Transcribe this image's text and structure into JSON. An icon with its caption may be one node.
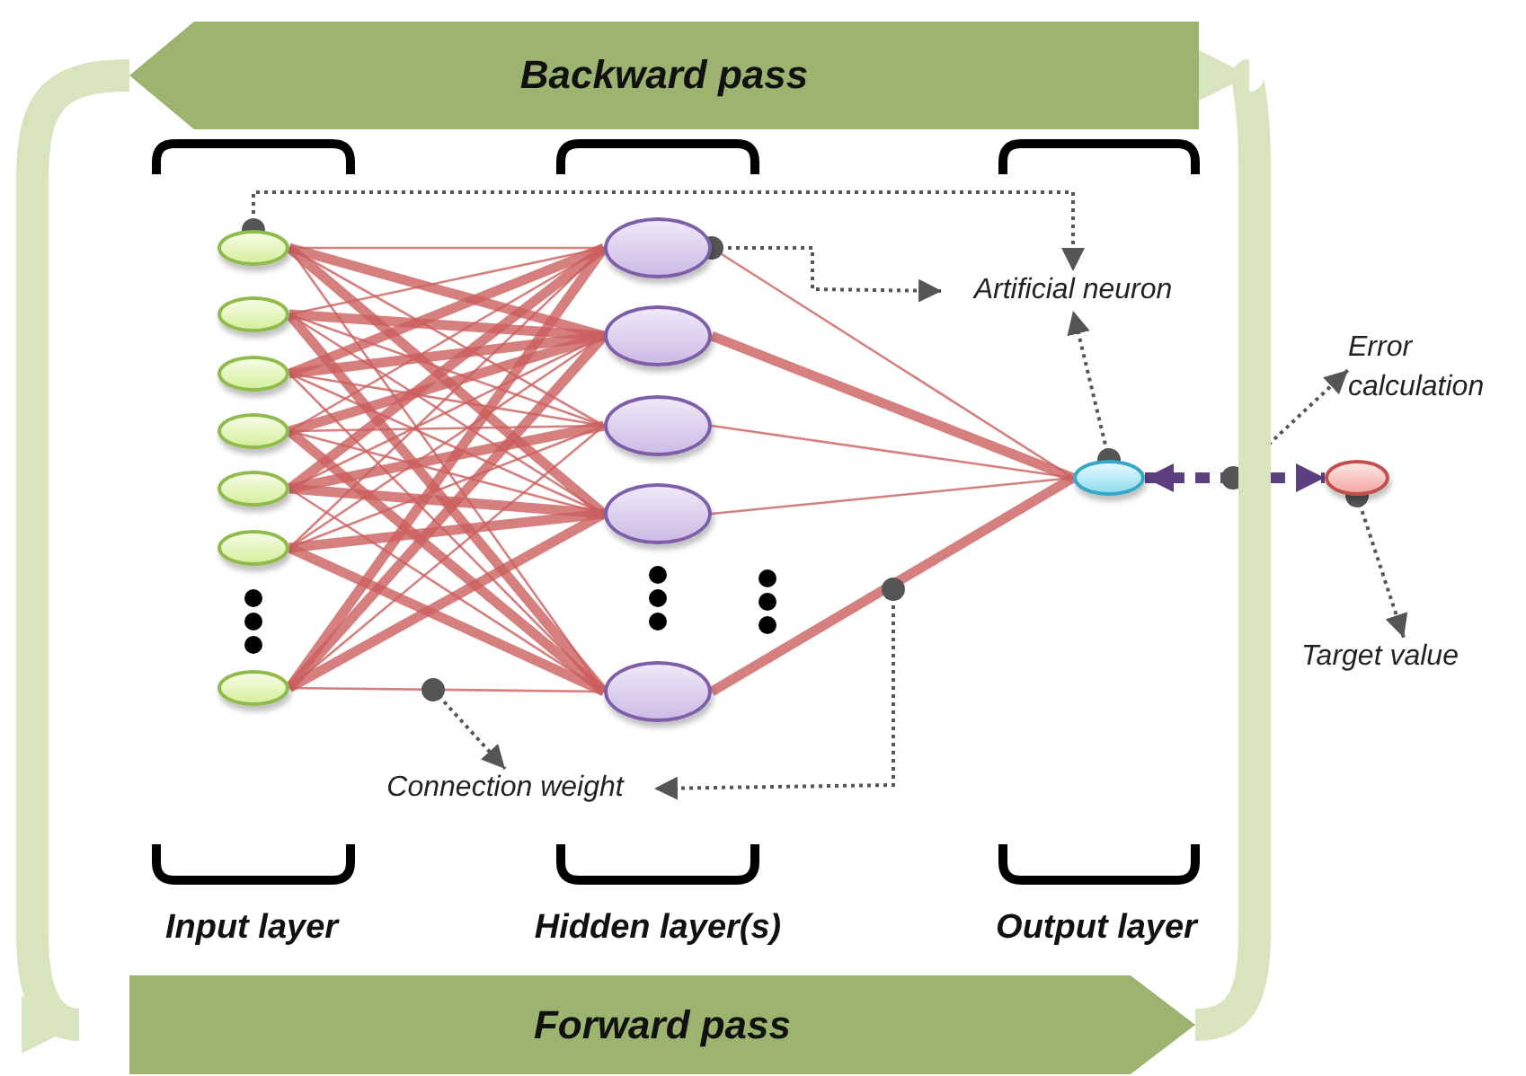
{
  "diagram": {
    "nodes": [
      {
        "text": [
          "Backward pass"
        ]
      },
      {
        "text": [],
        "shape": "ellipse"
      },
      {
        "text": [],
        "shape": "ellipse"
      },
      {
        "text": [],
        "shape": "ellipse"
      },
      {
        "text": [],
        "shape": "ellipse"
      },
      {
        "text": [],
        "shape": "ellipse"
      },
      {
        "text": [],
        "shape": "ellipse"
      },
      {
        "text": [],
        "shape": "ellipse"
      },
      {
        "text": [],
        "shape": "ellipse"
      },
      {
        "text": [],
        "shape": "ellipse"
      },
      {
        "text": [],
        "shape": "ellipse"
      },
      {
        "text": [],
        "shape": "ellipse"
      },
      {
        "text": [],
        "shape": "ellipse"
      },
      {
        "text": [
          "Artificial neuron"
        ]
      },
      {
        "text": [],
        "shape": "ellipse"
      },
      {
        "text": [
          "Error calculation"
        ]
      },
      {
        "text": [],
        "shape": "ellipse"
      },
      {
        "text": [
          "Target value"
        ]
      },
      {
        "text": [
          "Connection weight"
        ]
      },
      {
        "text": [
          "Forward pass"
        ]
      }
    ],
    "edges": [
      {
        "from": 1,
        "to": 8,
        "arrow": "none"
      },
      {
        "from": 1,
        "to": 9,
        "arrow": "none",
        "style": "thick"
      },
      {
        "from": 1,
        "to": 10,
        "arrow": "none"
      },
      {
        "from": 1,
        "to": 11,
        "arrow": "none",
        "style": "thick"
      },
      {
        "from": 1,
        "to": 12,
        "arrow": "none"
      },
      {
        "from": 2,
        "to": 8,
        "arrow": "none"
      },
      {
        "from": 2,
        "to": 9,
        "arrow": "none",
        "style": "thick"
      },
      {
        "from": 2,
        "to": 10,
        "arrow": "none"
      },
      {
        "from": 2,
        "to": 11,
        "arrow": "none"
      },
      {
        "from": 2,
        "to": 12,
        "arrow": "none",
        "style": "thick"
      },
      {
        "from": 3,
        "to": 8,
        "arrow": "none",
        "style": "thick"
      },
      {
        "from": 3,
        "to": 9,
        "arrow": "none",
        "style": "thick"
      },
      {
        "from": 3,
        "to": 10,
        "arrow": "none"
      },
      {
        "from": 3,
        "to": 11,
        "arrow": "none"
      },
      {
        "from": 3,
        "to": 12,
        "arrow": "none"
      },
      {
        "from": 4,
        "to": 8,
        "arrow": "none"
      },
      {
        "from": 4,
        "to": 9,
        "arrow": "none",
        "style": "thick"
      },
      {
        "from": 4,
        "to": 10,
        "arrow": "none"
      },
      {
        "from": 4,
        "to": 11,
        "arrow": "none"
      },
      {
        "from": 4,
        "to": 12,
        "arrow": "none",
        "style": "thick"
      },
      {
        "from": 5,
        "to": 8,
        "arrow": "none",
        "style": "thick"
      },
      {
        "from": 5,
        "to": 9,
        "arrow": "none"
      },
      {
        "from": 5,
        "to": 10,
        "arrow": "none",
        "style": "thick"
      },
      {
        "from": 5,
        "to": 11,
        "arrow": "none",
        "style": "thick"
      },
      {
        "from": 5,
        "to": 12,
        "arrow": "none"
      },
      {
        "from": 6,
        "to": 8,
        "arrow": "none"
      },
      {
        "from": 6,
        "to": 9,
        "arrow": "none"
      },
      {
        "from": 6,
        "to": 10,
        "arrow": "none"
      },
      {
        "from": 6,
        "to": 11,
        "arrow": "none",
        "style": "thick"
      },
      {
        "from": 6,
        "to": 12,
        "arrow": "none",
        "style": "thick"
      },
      {
        "from": 7,
        "to": 8,
        "arrow": "none",
        "style": "thick"
      },
      {
        "from": 7,
        "to": 9,
        "arrow": "none",
        "style": "thick"
      },
      {
        "from": 7,
        "to": 10,
        "arrow": "none"
      },
      {
        "from": 7,
        "to": 11,
        "arrow": "none",
        "style": "thick"
      },
      {
        "from": 7,
        "to": 12,
        "arrow": "none"
      },
      {
        "from": 8,
        "to": 14,
        "arrow": "none"
      },
      {
        "from": 9,
        "to": 14,
        "arrow": "none",
        "style": "thick"
      },
      {
        "from": 10,
        "to": 14,
        "arrow": "none"
      },
      {
        "from": 11,
        "to": 14,
        "arrow": "none"
      },
      {
        "from": 12,
        "to": 14,
        "arrow": "none",
        "style": "thick"
      },
      {
        "from": 14,
        "to": 16,
        "arrow": "both",
        "style": "dashed",
        "color": "#5b3f7f"
      },
      {
        "from": 1,
        "to": 13,
        "arrow": "to",
        "style": "dashed",
        "color": "#555555"
      },
      {
        "from": 8,
        "to": 13,
        "arrow": "to",
        "style": "dashed",
        "color": "#555555"
      },
      {
        "from": 14,
        "to": 13,
        "arrow": "to",
        "style": "dashed",
        "color": "#555555"
      },
      {
        "from": null,
        "to": 18,
        "arrow": "to",
        "style": "dashed",
        "color": "#555555"
      },
      {
        "from": null,
        "to": 18,
        "arrow": "to",
        "style": "dashed",
        "color": "#555555"
      },
      {
        "from": null,
        "to": 15,
        "arrow": "to",
        "style": "dashed",
        "color": "#555555"
      },
      {
        "from": 16,
        "to": 17,
        "arrow": "to",
        "style": "dashed",
        "color": "#555555"
      },
      {
        "from": 0,
        "to": 19,
        "arrow": "to",
        "style": "thick",
        "color": "#d7e4bd"
      },
      {
        "from": 19,
        "to": 0,
        "arrow": "to",
        "style": "thick",
        "color": "#d7e4bd"
      }
    ],
    "labels": [
      "Input layer",
      "Hidden layer(s)",
      "Output layer"
    ]
  }
}
